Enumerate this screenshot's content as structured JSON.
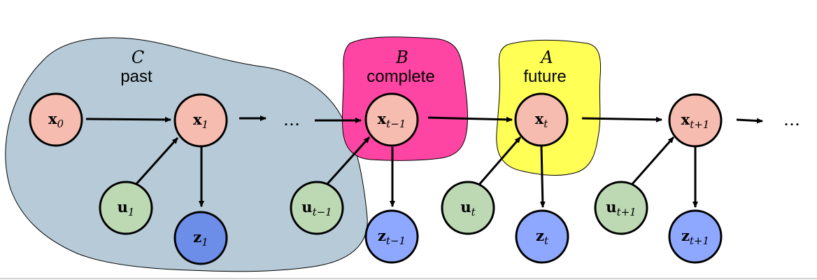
{
  "regions": {
    "past": {
      "letter": "C",
      "label": "past",
      "color": "#b6cad8"
    },
    "complete": {
      "letter": "B",
      "label": "complete",
      "color": "#ff45a4"
    },
    "future": {
      "letter": "A",
      "label": "future",
      "color": "#ffff55"
    }
  },
  "colors": {
    "state": "#f7bcb0",
    "input": "#bcd9b4",
    "observation_dark": "#6c8de8",
    "observation": "#8ea8ff"
  },
  "nodes": {
    "x0": {
      "base": "x",
      "sub": "0"
    },
    "x1": {
      "base": "x",
      "sub": "1"
    },
    "xtm1": {
      "base": "x",
      "sub": "t−1"
    },
    "xt": {
      "base": "x",
      "sub": "t"
    },
    "xtp1": {
      "base": "x",
      "sub": "t+1"
    },
    "u1": {
      "base": "u",
      "sub": "1"
    },
    "utm1": {
      "base": "u",
      "sub": "t−1"
    },
    "ut": {
      "base": "u",
      "sub": "t"
    },
    "utp1": {
      "base": "u",
      "sub": "t+1"
    },
    "z1": {
      "base": "z",
      "sub": "1"
    },
    "ztm1": {
      "base": "z",
      "sub": "t−1"
    },
    "zt": {
      "base": "z",
      "sub": "t"
    },
    "ztp1": {
      "base": "z",
      "sub": "t+1"
    }
  },
  "ellipsis": "…"
}
